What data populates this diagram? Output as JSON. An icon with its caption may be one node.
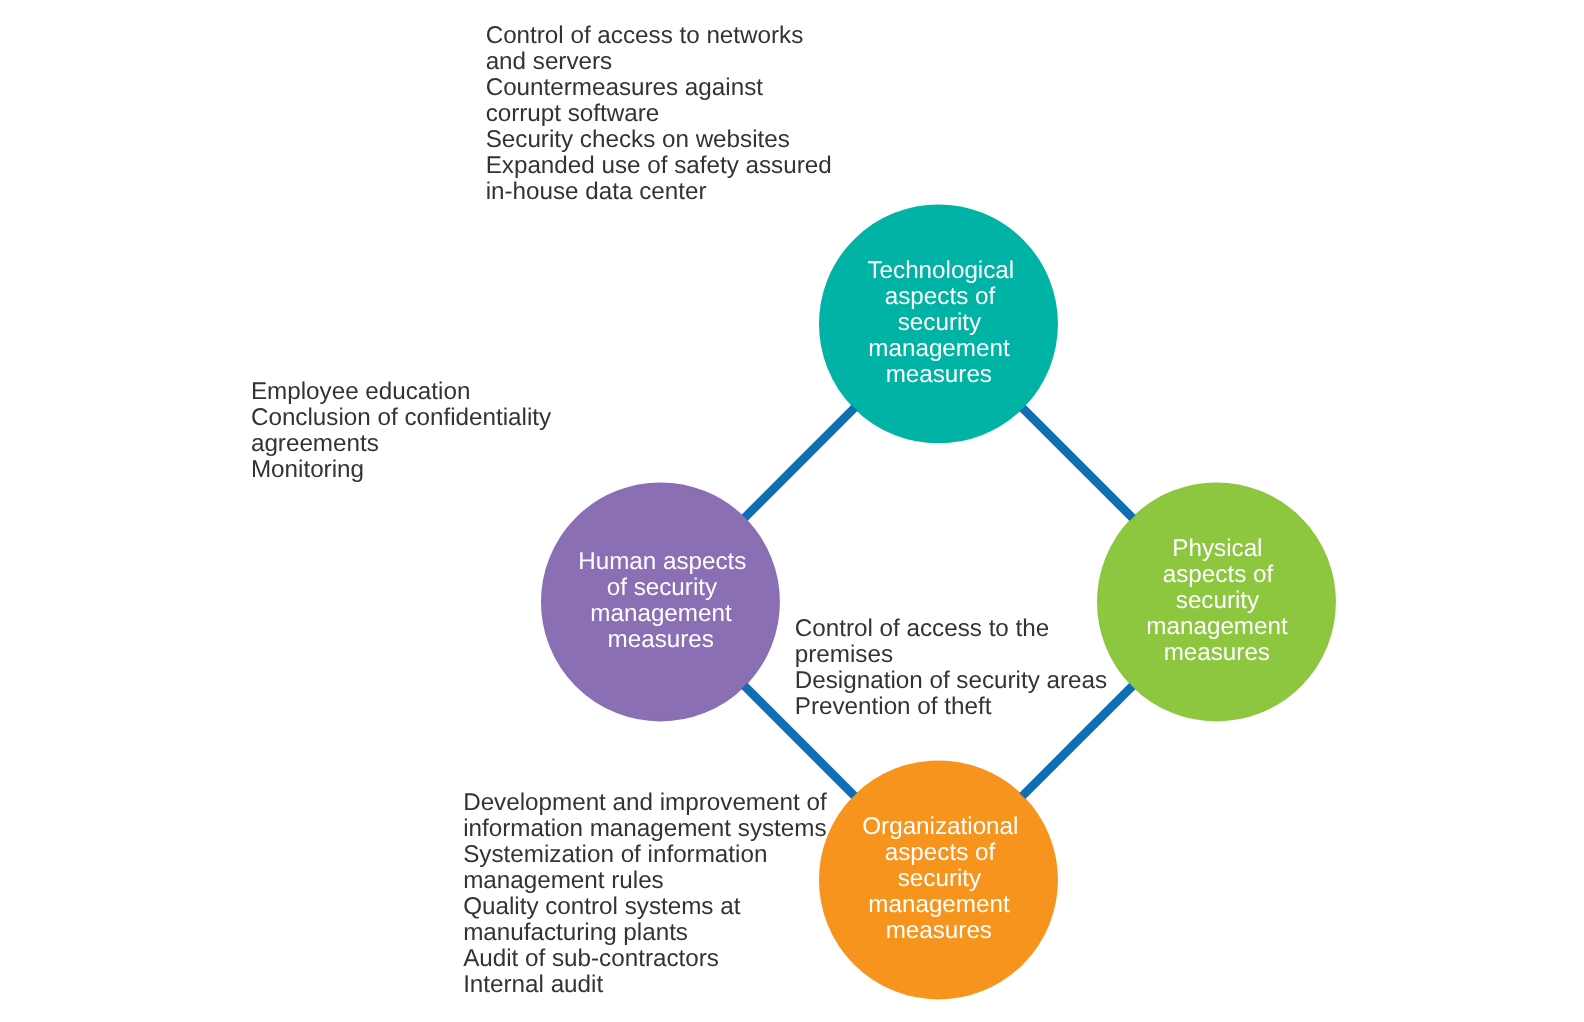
{
  "diagram": {
    "nodes": [
      {
        "text": [
          "Organizational aspects of security management measures"
        ],
        "beside": [
          "Development and improvement of information management systems",
          "Systemization of information management rules",
          "Quality control systems at manufacturing plants",
          "Audit of sub-contractors",
          "Internal audit"
        ]
      },
      {
        "text": [
          "Human aspects of security management measures"
        ],
        "beside": [
          "Employee education",
          "Conclusion of confidentiality agreements",
          "Monitoring"
        ]
      },
      {
        "text": [
          "Technological aspects of security management measures"
        ],
        "beside": [
          "Control of access to networks and servers",
          "Countermeasures against corrupt software",
          "Security checks on websites",
          "Expanded use of safety assured in-house data center"
        ]
      },
      {
        "text": [
          "Physical aspects of security management measures"
        ],
        "beside": [
          "Control of access to the premises",
          "Designation of security areas",
          "Prevention of theft"
        ]
      }
    ],
    "edges": [
      {
        "from": 0,
        "to": 1,
        "arrow": "none"
      },
      {
        "from": 1,
        "to": 2,
        "arrow": "none"
      },
      {
        "from": 2,
        "to": 3,
        "arrow": "none"
      },
      {
        "from": 3,
        "to": 0,
        "arrow": "none"
      }
    ]
  }
}
